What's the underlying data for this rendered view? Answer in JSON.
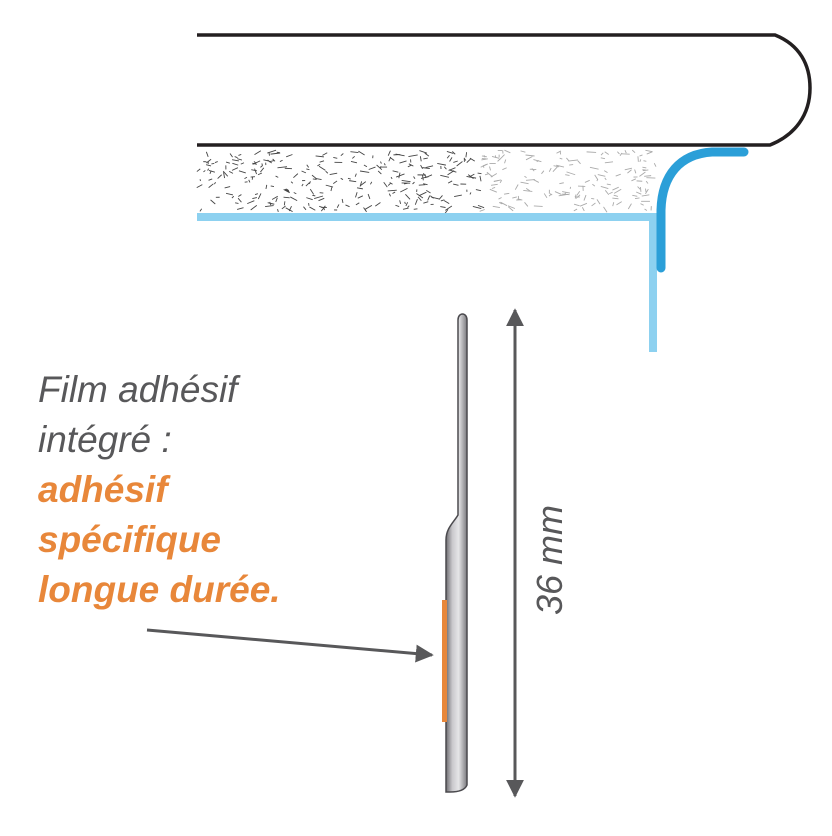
{
  "labels": {
    "line1": "Film adhésif",
    "line2": "intégré :",
    "line3": "adhésif",
    "line4": "spécifique",
    "line5": "longue durée."
  },
  "dimension": "36 mm",
  "colors": {
    "text_gray": "#58585a",
    "accent_orange": "#e8873a",
    "light_blue": "#8dd1f0",
    "dark_blue": "#2b9fd8",
    "outline": "#231f20"
  }
}
